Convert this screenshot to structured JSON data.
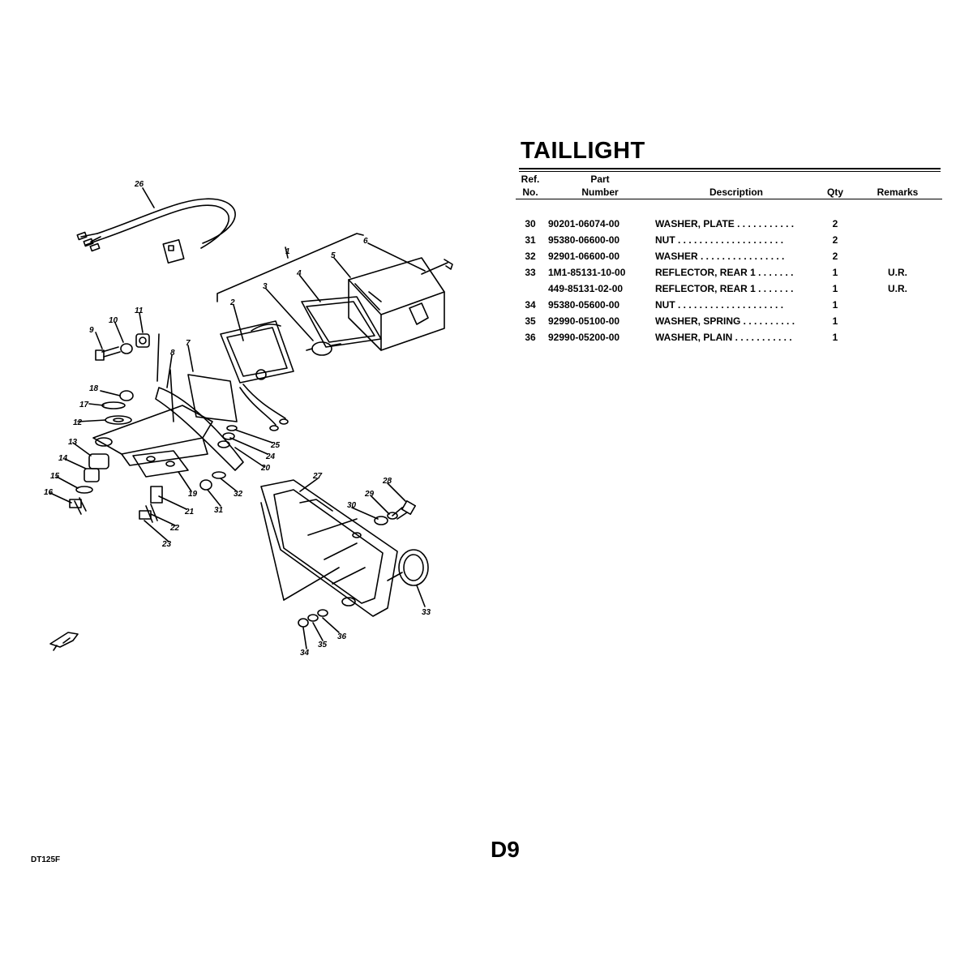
{
  "title": "TAILLIGHT",
  "headers": {
    "ref_line1": "Ref.",
    "ref_line2": "No.",
    "part_line1": "Part",
    "part_line2": "Number",
    "description": "Description",
    "qty": "Qty",
    "remarks": "Remarks"
  },
  "rows": [
    {
      "ref": "30",
      "part": "90201-06074-00",
      "desc": "WASHER, PLATE  . . . . . . . . . . .",
      "qty": "2",
      "remarks": ""
    },
    {
      "ref": "31",
      "part": "95380-06600-00",
      "desc": "NUT  . . . . . . . . . . . . . . . . . . . .",
      "qty": "2",
      "remarks": ""
    },
    {
      "ref": "32",
      "part": "92901-06600-00",
      "desc": "WASHER  . . . . . . . . . . . . . . . .",
      "qty": "2",
      "remarks": ""
    },
    {
      "ref": "33",
      "part": "1M1-85131-10-00",
      "desc": "REFLECTOR, REAR 1  . . . . . . .",
      "qty": "1",
      "remarks": "U.R."
    },
    {
      "ref": "",
      "part": "449-85131-02-00",
      "desc": "REFLECTOR, REAR 1  . . . . . . .",
      "qty": "1",
      "remarks": "U.R."
    },
    {
      "ref": "34",
      "part": "95380-05600-00",
      "desc": "NUT  . . . . . . . . . . . . . . . . . . . .",
      "qty": "1",
      "remarks": ""
    },
    {
      "ref": "35",
      "part": "92990-05100-00",
      "desc": "WASHER, SPRING  . . . . . . . . . .",
      "qty": "1",
      "remarks": ""
    },
    {
      "ref": "36",
      "part": "92990-05200-00",
      "desc": "WASHER, PLAIN  . . . . . . . . . . .",
      "qty": "1",
      "remarks": ""
    }
  ],
  "callouts": [
    "1",
    "2",
    "3",
    "4",
    "5",
    "6",
    "7",
    "8",
    "9",
    "10",
    "11",
    "12",
    "13",
    "14",
    "15",
    "16",
    "17",
    "18",
    "19",
    "20",
    "21",
    "22",
    "23",
    "24",
    "25",
    "26",
    "27",
    "28",
    "29",
    "30",
    "31",
    "32",
    "33",
    "34",
    "35",
    "36"
  ],
  "page_number": "D9",
  "model": "DT125F"
}
